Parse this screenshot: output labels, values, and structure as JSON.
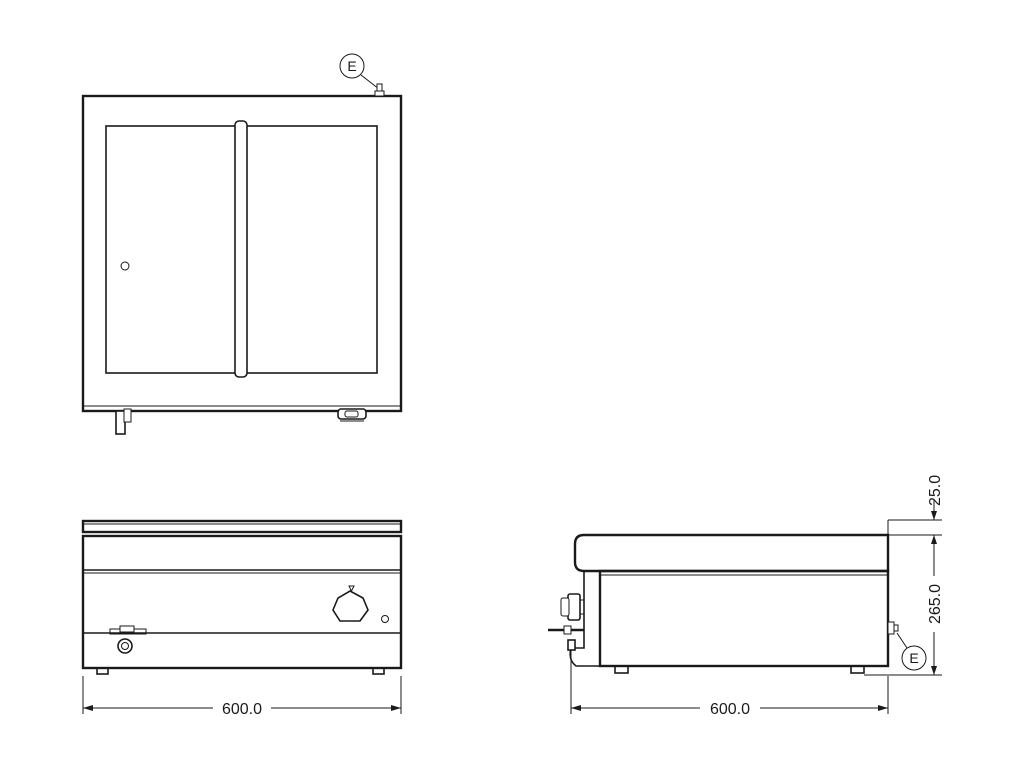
{
  "views": {
    "top": {
      "connection_tag": "E"
    },
    "front": {
      "width_dim": "600.0"
    },
    "side": {
      "depth_dim": "600.0",
      "top_plate_dim": "25.0",
      "body_height_dim": "265.0",
      "connection_tag": "E"
    }
  }
}
